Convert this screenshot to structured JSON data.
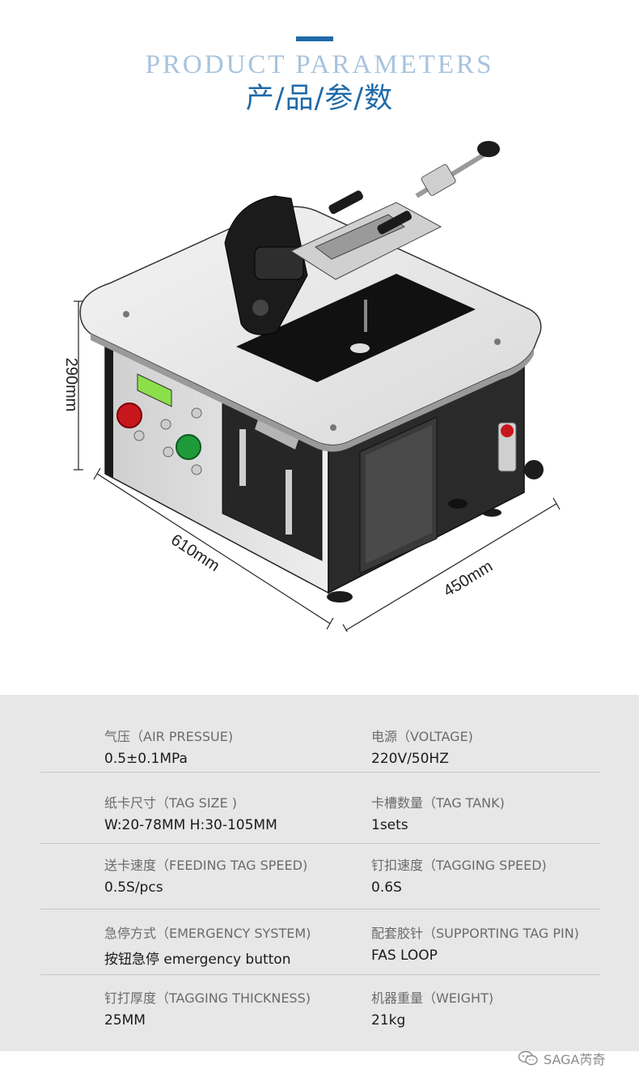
{
  "header": {
    "title_en": "PRODUCT PARAMETERS",
    "title_cn": "产/品/参/数"
  },
  "machine_illustration": {
    "dimensions": {
      "height": "290mm",
      "length": "610mm",
      "width": "450mm"
    }
  },
  "specs": {
    "rows": [
      {
        "left": {
          "label": "气压（AIR PRESSUE)",
          "value": "0.5±0.1MPa"
        },
        "right": {
          "label": "电源（VOLTAGE)",
          "value": "220V/50HZ"
        }
      },
      {
        "left": {
          "label": "纸卡尺寸（TAG SIZE )",
          "value": "W:20-78MM  H:30-105MM"
        },
        "right": {
          "label": "卡槽数量（TAG TANK)",
          "value": "1sets"
        }
      },
      {
        "left": {
          "label": "送卡速度（FEEDING TAG SPEED)",
          "value": "0.5S/pcs"
        },
        "right": {
          "label": "钉扣速度（TAGGING SPEED)",
          "value": "0.6S"
        }
      },
      {
        "left": {
          "label": "急停方式（EMERGENCY SYSTEM)",
          "value": "按钮急停 emergency button"
        },
        "right": {
          "label": "配套胶针（SUPPORTING TAG PIN)",
          "value": "FAS LOOP"
        }
      },
      {
        "left": {
          "label": "钉打厚度（TAGGING THICKNESS)",
          "value": "25MM"
        },
        "right": {
          "label": "机器重量（WEIGHT)",
          "value": "21kg"
        }
      }
    ]
  },
  "watermark": {
    "icon": "wechat-icon",
    "text": "SAGA芮奇"
  },
  "colors": {
    "accent": "#1f6aa8",
    "title_en": "#a7c3dd",
    "panel_bg": "#e7e7e7",
    "emergency_button": "#c8161d",
    "start_button": "#1f9a3a",
    "display": "#8be04a"
  }
}
